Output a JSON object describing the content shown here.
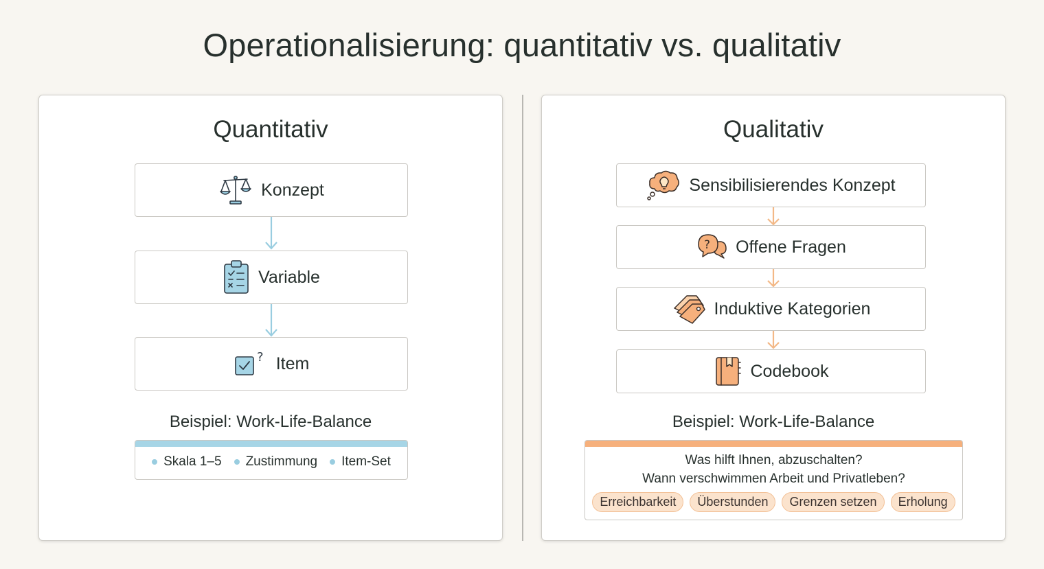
{
  "title": "Operationalisierung: quantitativ vs. qualitativ",
  "colors": {
    "quant_accent": "#99cde0",
    "qual_accent": "#f6b07c"
  },
  "left": {
    "heading": "Quantitativ",
    "steps": [
      {
        "label": "Konzept",
        "icon": "scales-icon"
      },
      {
        "label": "Variable",
        "icon": "clipboard-checklist-icon"
      },
      {
        "label": "Item",
        "icon": "checkbox-question-icon"
      }
    ],
    "example_label": "Beispiel: Work-Life-Balance",
    "example_items": [
      "Skala 1–5",
      "Zustimmung",
      "Item-Set"
    ]
  },
  "right": {
    "heading": "Qualitativ",
    "steps": [
      {
        "label": "Sensibilisierendes Konzept",
        "icon": "thought-bubble-lightbulb-icon"
      },
      {
        "label": "Offene Fragen",
        "icon": "speech-bubbles-question-icon"
      },
      {
        "label": "Induktive Kategorien",
        "icon": "tags-icon"
      },
      {
        "label": "Codebook",
        "icon": "notebook-icon"
      }
    ],
    "example_label": "Beispiel: Work-Life-Balance",
    "questions": [
      "Was hilft Ihnen, abzuschalten?",
      "Wann verschwimmen Arbeit und Privatleben?"
    ],
    "tags": [
      "Erreichbarkeit",
      "Überstunden",
      "Grenzen setzen",
      "Erholung"
    ]
  }
}
